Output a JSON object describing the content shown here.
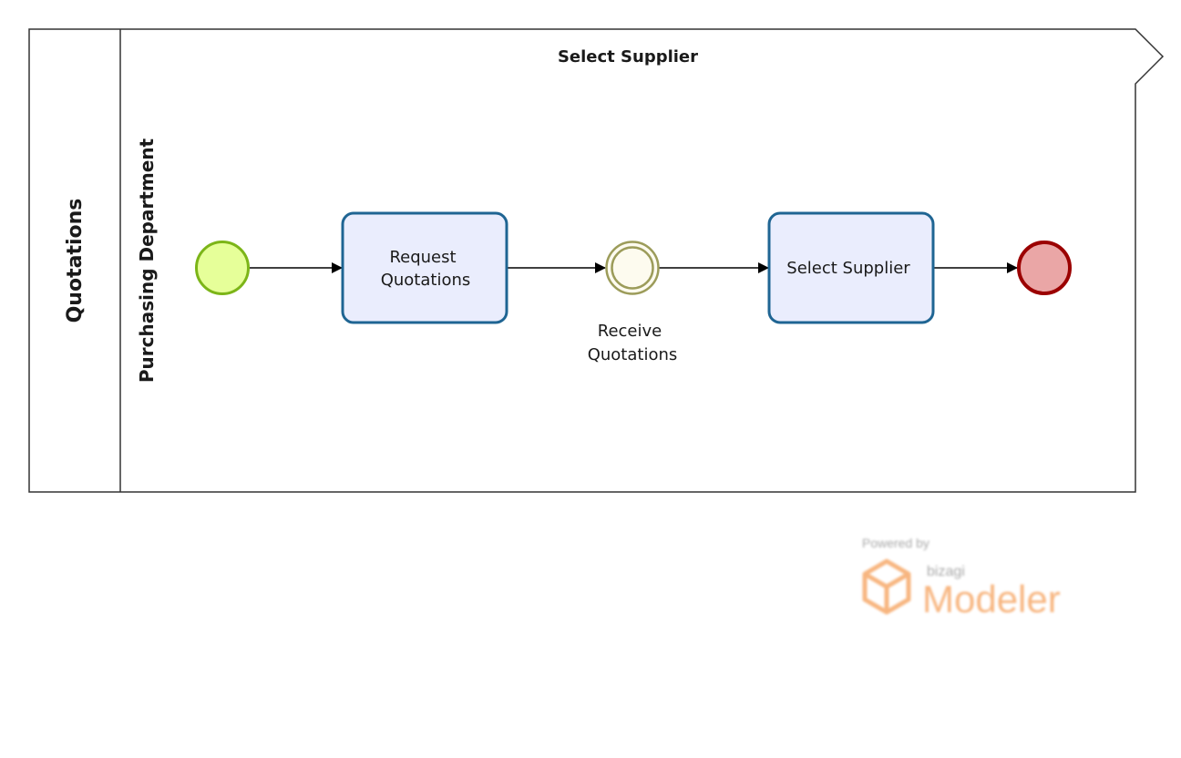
{
  "pool": {
    "name": "Quotations",
    "title": "Select Supplier"
  },
  "lane": {
    "name": "Purchasing Department"
  },
  "nodes": {
    "start_event": {
      "type": "start-event",
      "color": "#e6ff99",
      "stroke": "#7cb518"
    },
    "task_request": {
      "label_line1": "Request",
      "label_line2": "Quotations",
      "fill": "#eaedfd",
      "stroke": "#1f6593"
    },
    "intermediate_event": {
      "label_line1": "Receive",
      "label_line2": "Quotations",
      "fill": "#fdfbef",
      "stroke": "#9c9c5a"
    },
    "task_select": {
      "label": "Select Supplier",
      "fill": "#eaedfd",
      "stroke": "#1f6593"
    },
    "end_event": {
      "type": "end-event",
      "color": "#eaa6a6",
      "stroke": "#9b0000"
    }
  },
  "watermark": {
    "powered_by": "Powered by",
    "brand": "bizagi",
    "product": "Modeler",
    "color": "#f6a96a"
  }
}
